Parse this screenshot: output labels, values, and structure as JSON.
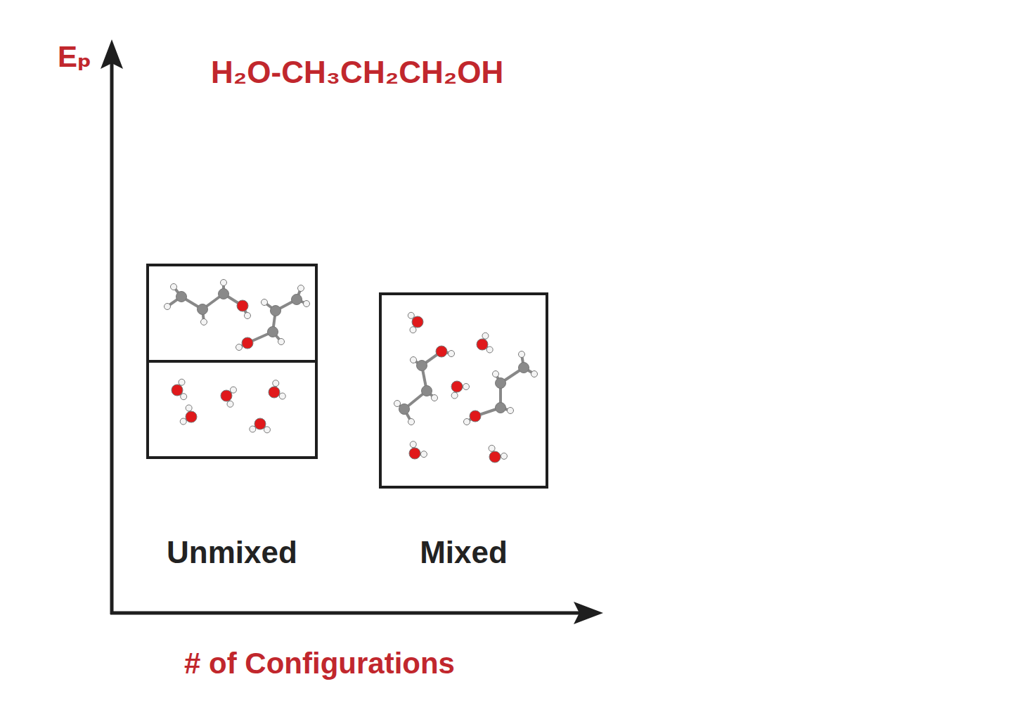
{
  "diagram": {
    "title": "H₂O-CH₃CH₂CH₂OH",
    "nodes": [
      {
        "text": [
          "Unmixed"
        ]
      },
      {
        "text": [
          "Mixed"
        ]
      }
    ],
    "labels": [
      "Eₚ",
      "# of Configurations"
    ]
  }
}
